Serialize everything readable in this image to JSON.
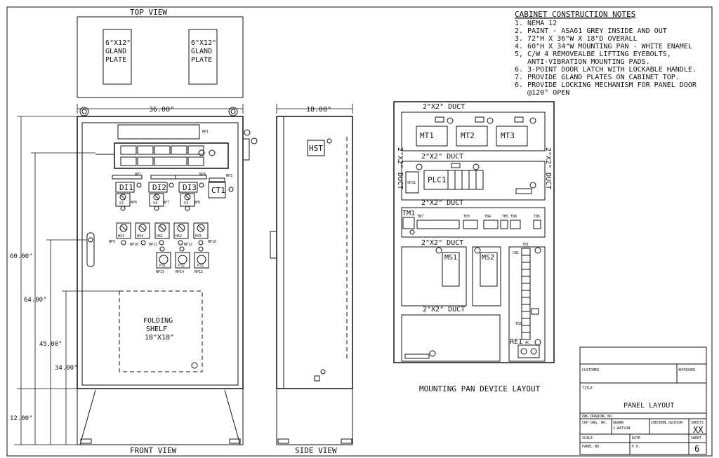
{
  "views": {
    "top_view": "TOP VIEW",
    "front_view": "FRONT VIEW",
    "side_view": "SIDE VIEW",
    "mounting_layout": "MOUNTING PAN DEVICE LAYOUT"
  },
  "top_view": {
    "plate_left": [
      "6\"X12\"",
      "GLAND",
      "PLATE"
    ],
    "plate_right": [
      "6\"X12\"",
      "GLAND",
      "PLATE"
    ]
  },
  "dimensions": {
    "width": "36.00\"",
    "depth": "18.00\"",
    "h60": "60.00\"",
    "h64": "64.00\"",
    "h45": "45.00\"",
    "h34": "34.00\"",
    "h12": "12.00\""
  },
  "front": {
    "np1": "NP1",
    "np2": "NP2",
    "np3": "NP3",
    "np4": "NP4",
    "di1": "DI1",
    "di2": "DI2",
    "di3": "DI3",
    "ct1": "CT1",
    "s2": "S2",
    "s4": "S4",
    "s3": "S3",
    "np6": "NP6",
    "np7": "NP7",
    "np8": "NP8",
    "hs3": "HS3",
    "hs4": "HS4",
    "hs1": "HS1",
    "hs2": "HS2",
    "hs5": "HS5",
    "np9": "NP9",
    "np10": "NP10",
    "np11": "NP11",
    "np12": "NP12",
    "np16": "NP16",
    "p1": "P31",
    "p2": "P32",
    "p3": "P32",
    "np13": "NP13",
    "np14": "NP14",
    "np15": "NP15",
    "shelf": [
      "FOLDING",
      "SHELF",
      "18\"X18\""
    ]
  },
  "side": {
    "hst": "HST"
  },
  "pan": {
    "duct": "2\"X2\" DUCT",
    "mt1": "MT1",
    "mt2": "MT2",
    "mt3": "MT3",
    "plc1": "PLC1",
    "sps1": "SPS1",
    "tm1": "TM1",
    "tb_labels": [
      "TB7",
      "TB3",
      "TB4",
      "TB5",
      "TB8",
      "TB6"
    ],
    "ms1": "MS1",
    "ms2": "MS2",
    "cb1": "CB1",
    "tb1": "TB1",
    "tb2": "TB2",
    "re1": "RE1",
    "ac": "AC"
  },
  "notes": {
    "heading": "CABINET CONSTRUCTION NOTES",
    "items": [
      "1. NEMA 12",
      "2. PAINT - ASA61 GREY INSIDE AND OUT",
      "3. 72\"H X 36\"W X 18\"D OVERALL",
      "4. 60\"H X 34\"W MOUNTING PAN - WHITE ENAMEL",
      "5, C/W 4 REMOVEALBE LIFTING EYEBOLTS,",
      "   ANTI-VIBRATION MOUNTING PADS.",
      "6. 3-POINT DOOR LATCH WITH LOCKABLE HANDLE.",
      "7. PROVIDE GLAND PLATES ON CABINET TOP.",
      "6. PROVIDE LOCKING MECHANISM FOR PANEL DOOR",
      "   @120° OPEN"
    ]
  },
  "title_block": {
    "customer": "CUSTOMER",
    "approved": "APPROVED",
    "title_label": "TITLE",
    "title": "PANEL LAYOUT",
    "drawing_no": "DWG DRAWING NO.",
    "cdp": "CDP DWG. NO.",
    "drawn": "DRAWN",
    "drawn_by": "J.WATSON",
    "checked": "CHECKED",
    "checked_by": "H.JACKSON",
    "sheets": "SHEETS",
    "sheets_val": "XX",
    "scale": "SCALE",
    "date": "DATE",
    "sheet": "SHEET",
    "sheet_val": "6",
    "panel_no": "PANEL NO.",
    "po": "P.O."
  }
}
